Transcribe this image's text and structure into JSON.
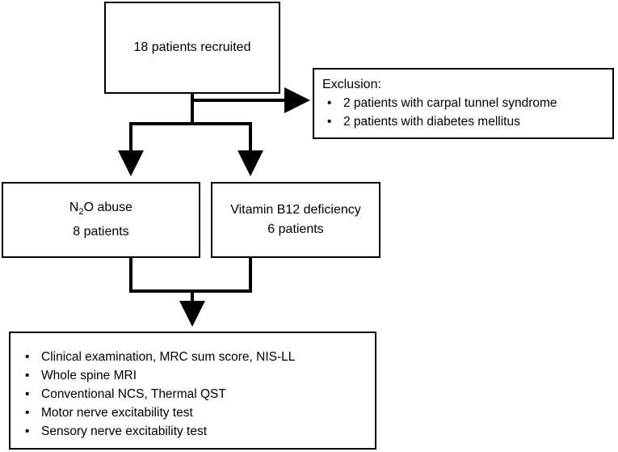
{
  "recruited": {
    "text": "18 patients recruited"
  },
  "exclusion": {
    "title": "Exclusion:",
    "items": [
      "2 patients with carpal tunnel syndrome",
      "2 patients with diabetes mellitus"
    ]
  },
  "n2o": {
    "name_prefix": "N",
    "name_sub": "2",
    "name_suffix": "O abuse",
    "count": "8 patients"
  },
  "b12": {
    "name": "Vitamin B12 deficiency",
    "count": "6 patients"
  },
  "assessments": {
    "items": [
      "Clinical examination, MRC sum score, NIS-LL",
      "Whole spine MRI",
      "Conventional NCS, Thermal QST",
      "Motor nerve excitability test",
      "Sensory nerve excitability test"
    ]
  }
}
